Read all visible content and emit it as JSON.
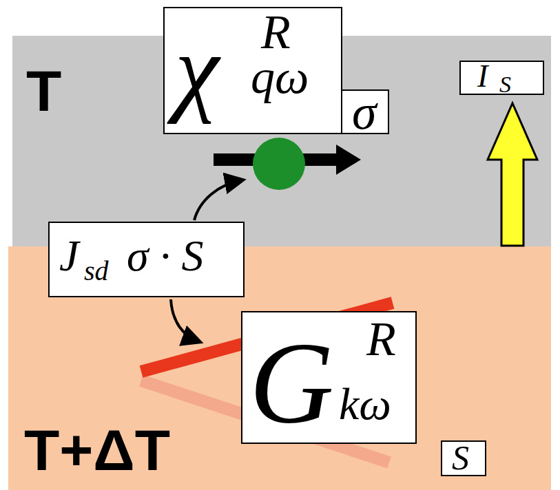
{
  "diagram": {
    "nodes": [
      {
        "text": [
          "T"
        ]
      },
      {
        "text": [
          "χ",
          "R",
          "qω"
        ],
        "in": 0
      },
      {
        "text": [
          "σ"
        ],
        "in": 0
      },
      {
        "text": [
          "I",
          "S"
        ],
        "in": 0
      },
      {
        "text": [
          "T+ΔT"
        ]
      },
      {
        "text": [
          "J",
          "sd",
          "σ · S"
        ]
      },
      {
        "text": [
          "G",
          "R",
          "kω"
        ],
        "in": 4
      },
      {
        "text": [
          "S"
        ],
        "in": 4
      }
    ]
  }
}
